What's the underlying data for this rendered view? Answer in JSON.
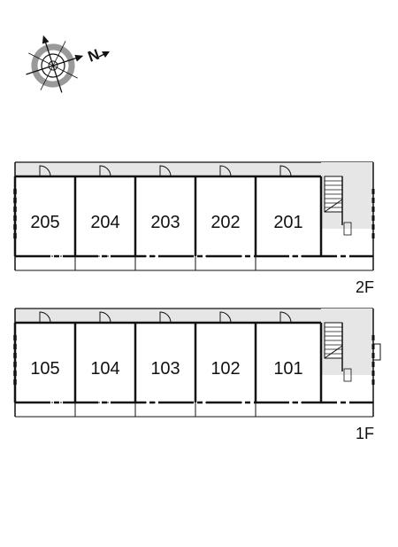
{
  "compass": {
    "icon": "compass-rose-icon",
    "north_letter": "N"
  },
  "floors": [
    {
      "label": "2F",
      "units": [
        "205",
        "204",
        "203",
        "202",
        "201"
      ]
    },
    {
      "label": "1F",
      "units": [
        "105",
        "104",
        "103",
        "102",
        "101"
      ]
    }
  ],
  "colors": {
    "corridor": "#e6e6e6",
    "wall": "#111111",
    "compass_ring": "#9a9a9a"
  }
}
